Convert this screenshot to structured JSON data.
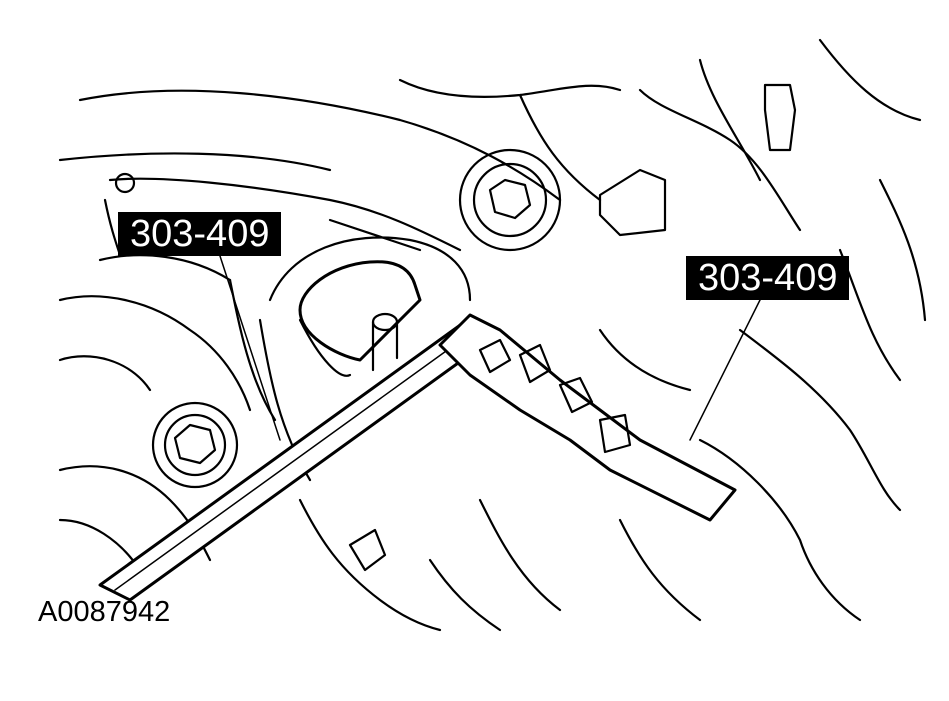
{
  "callouts": {
    "left_tool": "303-409",
    "right_tool": "303-409"
  },
  "figure_id": "A0087942"
}
